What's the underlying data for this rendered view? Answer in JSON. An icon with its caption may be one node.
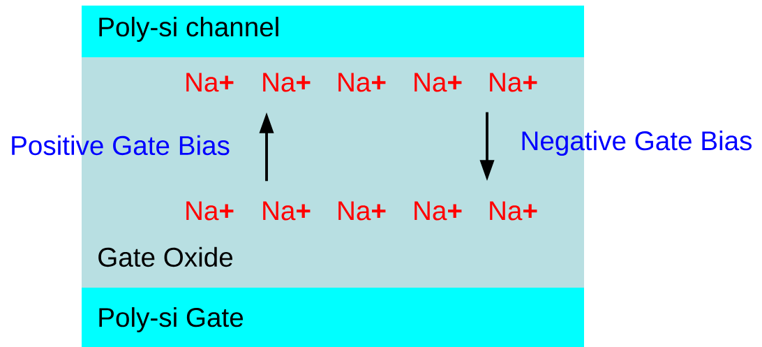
{
  "diagram": {
    "nodes": [
      {
        "text": [
          "Poly-si channel"
        ]
      },
      {
        "text": [
          "Gate Oxide"
        ]
      },
      {
        "text": [
          "Na**+**"
        ],
        "in": 1
      },
      {
        "text": [
          "Na**+**"
        ],
        "in": 1
      },
      {
        "text": [
          "Na**+**"
        ],
        "in": 1
      },
      {
        "text": [
          "Na**+**"
        ],
        "in": 1
      },
      {
        "text": [
          "Na**+**"
        ],
        "in": 1
      },
      {
        "text": [
          "Na**+**"
        ],
        "in": 1
      },
      {
        "text": [
          "Na**+**"
        ],
        "in": 1
      },
      {
        "text": [
          "Na**+**"
        ],
        "in": 1
      },
      {
        "text": [
          "Na**+**"
        ],
        "in": 1
      },
      {
        "text": [
          "Na**+**"
        ],
        "in": 1
      },
      {
        "text": [
          "Poly-si Gate"
        ]
      }
    ],
    "edges": [
      {
        "from": 8,
        "to": 3,
        "arrow": "to"
      },
      {
        "from": 6,
        "to": 11,
        "arrow": "to"
      }
    ],
    "labels": [
      "Positive Gate Bias",
      "Negative Gate Bias"
    ]
  }
}
